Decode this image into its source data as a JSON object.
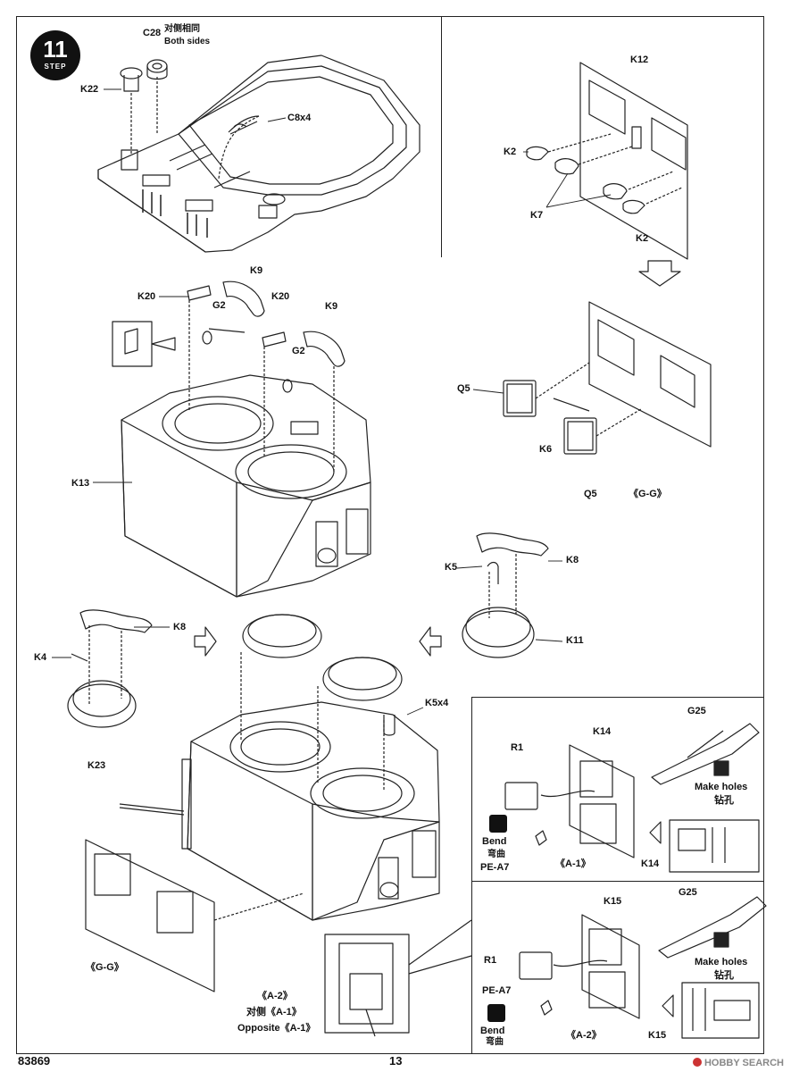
{
  "step": {
    "number": "11",
    "word": "STEP"
  },
  "top_left": {
    "c28": "C28",
    "both_sides_cn": "对侧相同",
    "both_sides_en": "Both sides",
    "k22": "K22",
    "c8x4": "C8x4"
  },
  "top_right": {
    "k12": "K12",
    "k2a": "K2",
    "k7": "K7",
    "k2b": "K2",
    "q5a": "Q5",
    "k6": "K6",
    "q5b": "Q5",
    "gg": "《G-G》"
  },
  "middle": {
    "k9a": "K9",
    "k20a": "K20",
    "k20b": "K20",
    "g2a": "G2",
    "k9b": "K9",
    "g2b": "G2",
    "k13": "K13",
    "k5": "K5",
    "k8a": "K8",
    "k11": "K11"
  },
  "lower_left": {
    "k8": "K8",
    "k4": "K4",
    "k23": "K23",
    "k5x4": "K5x4",
    "gg": "《G-G》",
    "a2": "《A-2》",
    "opposite_cn": "对侧《A-1》",
    "opposite_en": "Opposite《A-1》"
  },
  "panel_a1": {
    "g25": "G25",
    "r1": "R1",
    "k14": "K14",
    "make_holes_en": "Make holes",
    "make_holes_cn": "钻孔",
    "bend_en": "Bend",
    "bend_cn": "弯曲",
    "pe_a7": "PE-A7",
    "a1": "《A-1》",
    "k14b": "K14"
  },
  "panel_a2": {
    "g25": "G25",
    "k15": "K15",
    "r1": "R1",
    "make_holes_en": "Make holes",
    "make_holes_cn": "钻孔",
    "pe_a7": "PE-A7",
    "bend_en": "Bend",
    "bend_cn": "弯曲",
    "a2": "《A-2》",
    "k15b": "K15"
  },
  "footer": {
    "part_no": "83869",
    "page": "13",
    "watermark": "HOBBY SEARCH"
  }
}
